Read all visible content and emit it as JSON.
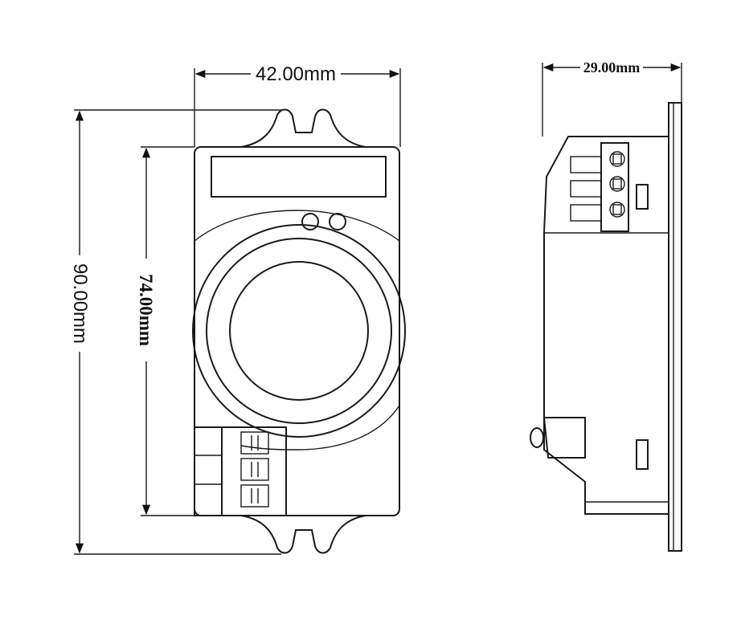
{
  "dimensions": {
    "width_front": "42.00mm",
    "height_total": "90.00mm",
    "height_body": "74.00mm",
    "depth_side": "29.00mm"
  },
  "colors": {
    "line": "#1a1a1a",
    "dim_line": "#111111",
    "background": "#ffffff"
  }
}
